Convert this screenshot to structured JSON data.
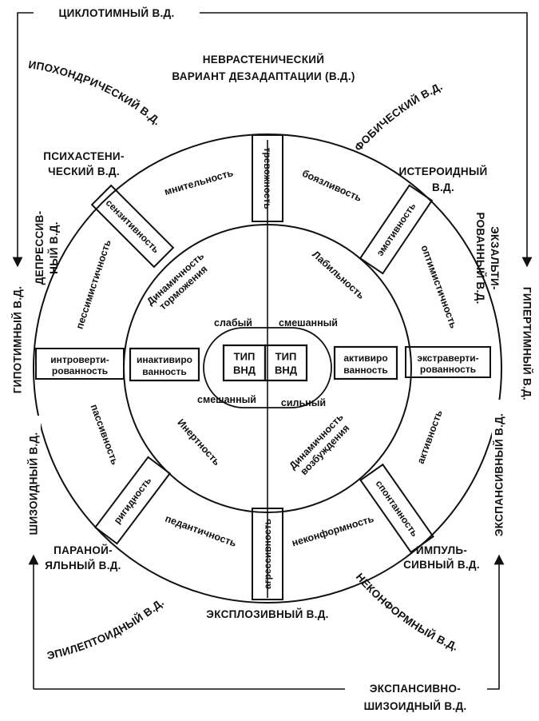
{
  "outer": {
    "top": "ЦИКЛОТИМНЫЙ В.Д.",
    "neurasthenic": [
      "НЕВРАСТЕНИЧЕСКИЙ",
      "ВАРИАНТ ДЕЗАДАПТАЦИИ (В.Д.)"
    ],
    "hypochondriac": "ИПОХОНДРИЧЕСКИЙ В.Д.",
    "phobic": "ФОБИЧЕСКИЙ В.Д.",
    "psychasthenic": [
      "ПСИХАСТЕНИ-",
      "ЧЕСКИЙ В.Д."
    ],
    "hysteroid": [
      "ИСТЕРОИДНЫЙ",
      "В.Д."
    ],
    "depressive": [
      "ДЕПРЕССИВ-",
      "НЫЙ В.Д."
    ],
    "exalted": [
      "ЭКЗАЛЬТИ-",
      "РОВАННЫЙ В.Д."
    ],
    "hypothymic": "ГИПОТИМНЫЙ В.Д.",
    "hyperthymic": "ГИПЕРТИМНЫЙ В.Д.",
    "schizoid": "ШИЗОИДНЫЙ В.Д.",
    "expansive": "ЭКСПАНСИВНЫЙ В.Д.",
    "paranoial": [
      "ПАРАНОЙ-",
      "ЯЛЬНЫЙ В.Д."
    ],
    "impulsive": [
      "ИМПУЛЬ-",
      "СИВНЫЙ В.Д."
    ],
    "epileptoid": "ЭПИЛЕПТОИДНЫЙ В.Д.",
    "nonconformist": "НЕКОНФОРМНЫЙ В.Д.",
    "explosive": "ЭКСПЛОЗИВНЫЙ В.Д.",
    "expansive_schizoid": [
      "ЭКСПАНСИВНО-",
      "ШИЗОИДНЫЙ В.Д."
    ]
  },
  "ring": {
    "suspiciousness": "мнительность",
    "fearfulness": "боязливость",
    "pessimism": "пессимистичность",
    "optimism": "оптимистичность",
    "passivity": "пассивность",
    "activity": "активность",
    "pedantry": "педантичность",
    "nonconformity": "неконформность"
  },
  "boxes": {
    "anxiety": "тревожность",
    "sensitivity": "сензитивность",
    "emotivity": "эмотивность",
    "introversion": [
      "интроверти-",
      "рованность"
    ],
    "extraversion": [
      "экстраверти-",
      "рованность"
    ],
    "rigidity": "ригидность",
    "spontaneity": "спонтанность",
    "aggressiveness": "агрессивность"
  },
  "inner": {
    "inhibition": [
      "Динамичность",
      "торможения"
    ],
    "lability": "Лабильность",
    "inertness": "Инертность",
    "excitation": [
      "Динамичность",
      "возбуждения"
    ],
    "inactivated": [
      "инактивиро",
      "ванность"
    ],
    "activated": [
      "активиро",
      "ванность"
    ]
  },
  "core": {
    "weak": "слабый",
    "mixed_top": "смешанный",
    "mixed_bottom": "смешанный",
    "strong": "сильный",
    "type_left": [
      "ТИП",
      "ВНД"
    ],
    "type_right": [
      "ТИП",
      "ВНД"
    ]
  }
}
